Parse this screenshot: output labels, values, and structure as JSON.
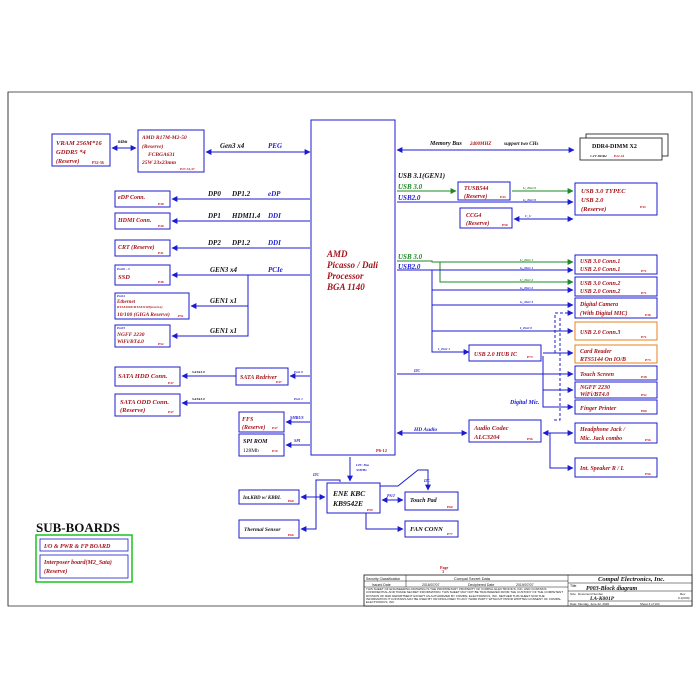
{
  "cpu": {
    "line1": "AMD",
    "line2": "Picasso / Dali",
    "line3": "Processor",
    "line4": "BGA 1140",
    "page": "P6-12"
  },
  "gpu": {
    "line1": "AMD R17M-M2-50",
    "line2": "(Reserve)",
    "line3": "FCBGA631",
    "line4": "25W 23x23mm",
    "page": "P27-31,37"
  },
  "vram": {
    "line1": "VRAM 256M*16",
    "line2": "GDDR5 *4",
    "line3": "(Reserve)",
    "page": "P32-36"
  },
  "vram_bus": "64bit",
  "peg": {
    "label": "Gen3 x4",
    "name": "PEG"
  },
  "edp": {
    "label": "eDP Conn.",
    "page": "P38",
    "bus": "DP0",
    "ver": "DP1.2",
    "name": "eDP"
  },
  "hdmi": {
    "label": "HDMI Conn.",
    "page": "P40",
    "bus": "DP1",
    "ver": "HDMI1.4",
    "name": "DDI"
  },
  "crt": {
    "label": "CRT (Reserve)",
    "page": "P41",
    "bus": "DP2",
    "ver": "DP1.2",
    "name": "DDI"
  },
  "ssd": {
    "port": "Port0 - 3",
    "label": "SSD",
    "page": "P48",
    "bus": "GEN3 x4",
    "name": "PCIe"
  },
  "ethernet": {
    "port": "Port4",
    "line1": "Ethernet",
    "line2": "RTL8106E/RTL8111H(reserve)",
    "line3": "10/100 (GIGA Reserve)",
    "page": "P51",
    "bus": "GEN1 x1"
  },
  "ngff_wifi": {
    "port": "Port5",
    "line1": "NGFF 2230",
    "line2": "WiFi/BT4.0",
    "page": "P52",
    "bus": "GEN1 x1"
  },
  "sata_hdd": {
    "label": "SATA HDD Conn.",
    "page": "P47",
    "sig": "SATA3.0"
  },
  "sata_odd": {
    "line1": "SATA ODD Conn.",
    "line2": "(Reserve)",
    "page": "P47",
    "sig": "SATA3.0"
  },
  "redriver": {
    "label": "SATA Redriver",
    "page": "P47",
    "port0": "Port 0",
    "port1": "Port 1"
  },
  "ffs": {
    "line1": "FFS",
    "line2": "(Reserve)",
    "page": "P47",
    "bus": "SMBUS"
  },
  "spi_rom": {
    "line1": "SPI ROM",
    "line2": "128Mb",
    "page": "P10",
    "bus": "SPI"
  },
  "lpc": {
    "line1": "LPC Bus",
    "line2": "33MHz"
  },
  "memory": {
    "label": "Memory Bus",
    "speed": "2400MHZ",
    "note": "support two CHs"
  },
  "ddr4": {
    "line1": "DDR4-DIMM X2",
    "line2": "1.2V DDR4",
    "page": "P22-24"
  },
  "usb_title": "USB 3.1(GEN1)",
  "usb30": "USB 3.0",
  "usb20": "USB2.0",
  "tusb544": {
    "line1": "TUSB544",
    "line2": "(Reserve)",
    "page": "P43",
    "u_port0": "U_Port 0",
    "g_port0": "G_Port 0"
  },
  "typec": {
    "line1": "USB 3.0 TYPEC",
    "line2": "USB 2.0",
    "line3": "(Reserve)",
    "page": "P43"
  },
  "ccg4": {
    "line1": "CCG4",
    "line2": "(Reserve)",
    "page": "P50",
    "sig": "C_C"
  },
  "usb_block2": {
    "usb30": "USB 3.0",
    "usb20": "USB2.0"
  },
  "usb_conn1": {
    "line1": "USB 3.0 Conn.1",
    "line2": "USB 2.0 Conn.1",
    "page": "P71",
    "u_port": "U_Port 1",
    "g_port": "G_Port 1"
  },
  "usb_conn2": {
    "line1": "USB 3.0 Conn.2",
    "line2": "USB 2.0 Conn.2",
    "page": "P71",
    "u_port": "U_Port 2",
    "g_port": "G_Port 2"
  },
  "camera": {
    "line1": "Digital Camera",
    "line2": "(With Digital MIC)",
    "page": "P38",
    "port": "G_Port 3"
  },
  "usb_conn3": {
    "label": "USB 2.0 Conn.3",
    "page": "P71",
    "port": "I_Port 0"
  },
  "hub": {
    "label": "USB 2.0 HUB IC",
    "page": "P73",
    "port": "I_Port 1"
  },
  "card_reader": {
    "line1": "Card Reader",
    "line2": "RTS5144 On IO/B",
    "page": "P73"
  },
  "touch_screen": {
    "label": "Touch Screen",
    "page": "P38",
    "bus": "I2C"
  },
  "ngff2": {
    "line1": "NGFF 2230",
    "line2": "WiFi/BT4.0",
    "page": "P52"
  },
  "fingerprint": {
    "label": "Finger Printer",
    "page": "P80"
  },
  "digital_mic": "Digital Mic.",
  "hda": {
    "label": "HD Audio"
  },
  "codec": {
    "line1": "Audio Codec",
    "line2": "ALC3204",
    "page": "P56"
  },
  "headphone": {
    "line1": "Headphone Jack /",
    "line2": "Mic. Jack combo",
    "page": "P56"
  },
  "speaker": {
    "label": "Int. Speaker R / L",
    "page": "P56"
  },
  "kbc": {
    "line1": "ENE KBC",
    "line2": "KB9542E",
    "page": "P59"
  },
  "kbd": {
    "label": "Int.KBD w/ KBBL",
    "page": "P60"
  },
  "thermal": {
    "label": "Thermal Sensor",
    "page": "P66"
  },
  "touchpad": {
    "label": "Touch Pad",
    "page": "P60",
    "bus": "PS/2"
  },
  "fan": {
    "label": "FAN CONN",
    "page": "P77"
  },
  "i2c_kbc": "I2C",
  "i2c_tp": "I2C",
  "subboards": {
    "title": "SUB-BOARDS",
    "io": "I/O & PWR & FP BOARD",
    "interposer1": "Interposer board(M2_Sata)",
    "interposer2": "(Reserve)"
  },
  "title_block": {
    "page_label": "Page",
    "page_num": "3",
    "sec_class": "Security Classification",
    "compal_secret": "Compal Secret Data",
    "issued": "Issued Date",
    "issued_val": "2016/07/07",
    "deciphered": "Deciphered Date",
    "deciphered_val": "2019/07/07",
    "company": "Compal Electronics, Inc.",
    "title_label": "Title",
    "title": "P003-Block diagram",
    "size": "Size",
    "doc_label": "Document Number",
    "doc": "LA-K001P",
    "rev_label": "Rev",
    "rev": "0.1(X00)",
    "date": "Date: Monday, June 22, 2020",
    "sheet": "Sheet 3 of 104",
    "legal": "THIS SHEET OF ENGINEERING DRAWING IS THE PROPRIETARY PROPERTY OF COMPAL ELECTRONICS, INC. AND CONTAINS CONFIDENTIAL AND TRADE SECRET INFORMATION. THIS SHEET MAY NOT BE TRANSFERED FROM THE CUSTODY OF THE COMPETENT DIVISION OF R&D DEPARTMENT EXCEPT AS AUTHORIZED BY COMPAL ELECTRONICS, INC. NEITHER THIS SHEET NOR THE INFORMATION IT CONTAINS MAY BE USED BY OR DISCLOSED TO ANY THIRD PARTY WITHOUT PRIOR WRITTEN CONSENT OF COMPAL ELECTRONICS, INC."
  }
}
